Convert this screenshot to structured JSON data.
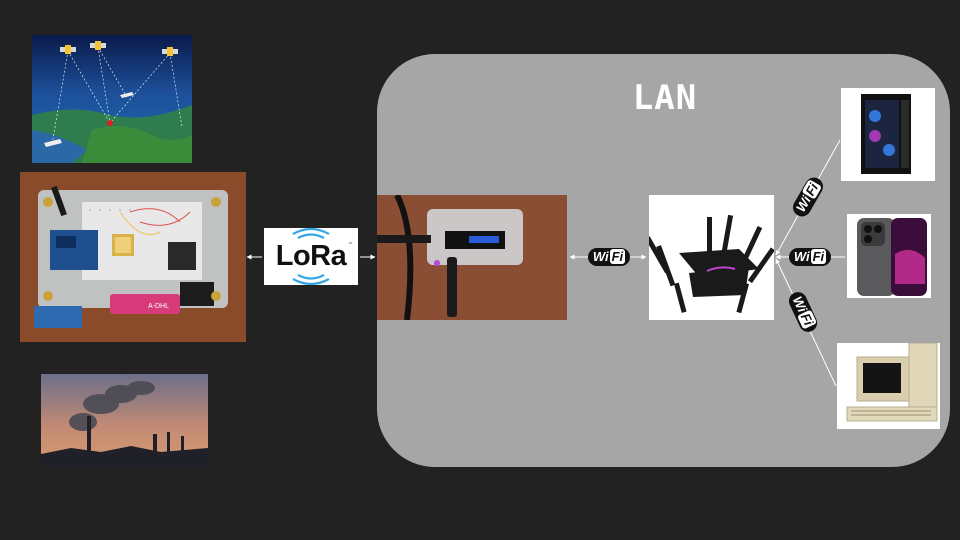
{
  "diagram": {
    "lan_label": "LAN",
    "lora_label": "LoRa",
    "lora_tm": "™",
    "wifi_badges": [
      {
        "wi": "Wi",
        "fi": "Fi"
      },
      {
        "wi": "Wi",
        "fi": "Fi"
      },
      {
        "wi": "Wi",
        "fi": "Fi"
      },
      {
        "wi": "Wi",
        "fi": "Fi"
      }
    ],
    "device_label": "A-DHL"
  },
  "colors": {
    "background": "#222222",
    "lan_box": "#a6a6a6",
    "line": "#ffffff"
  }
}
